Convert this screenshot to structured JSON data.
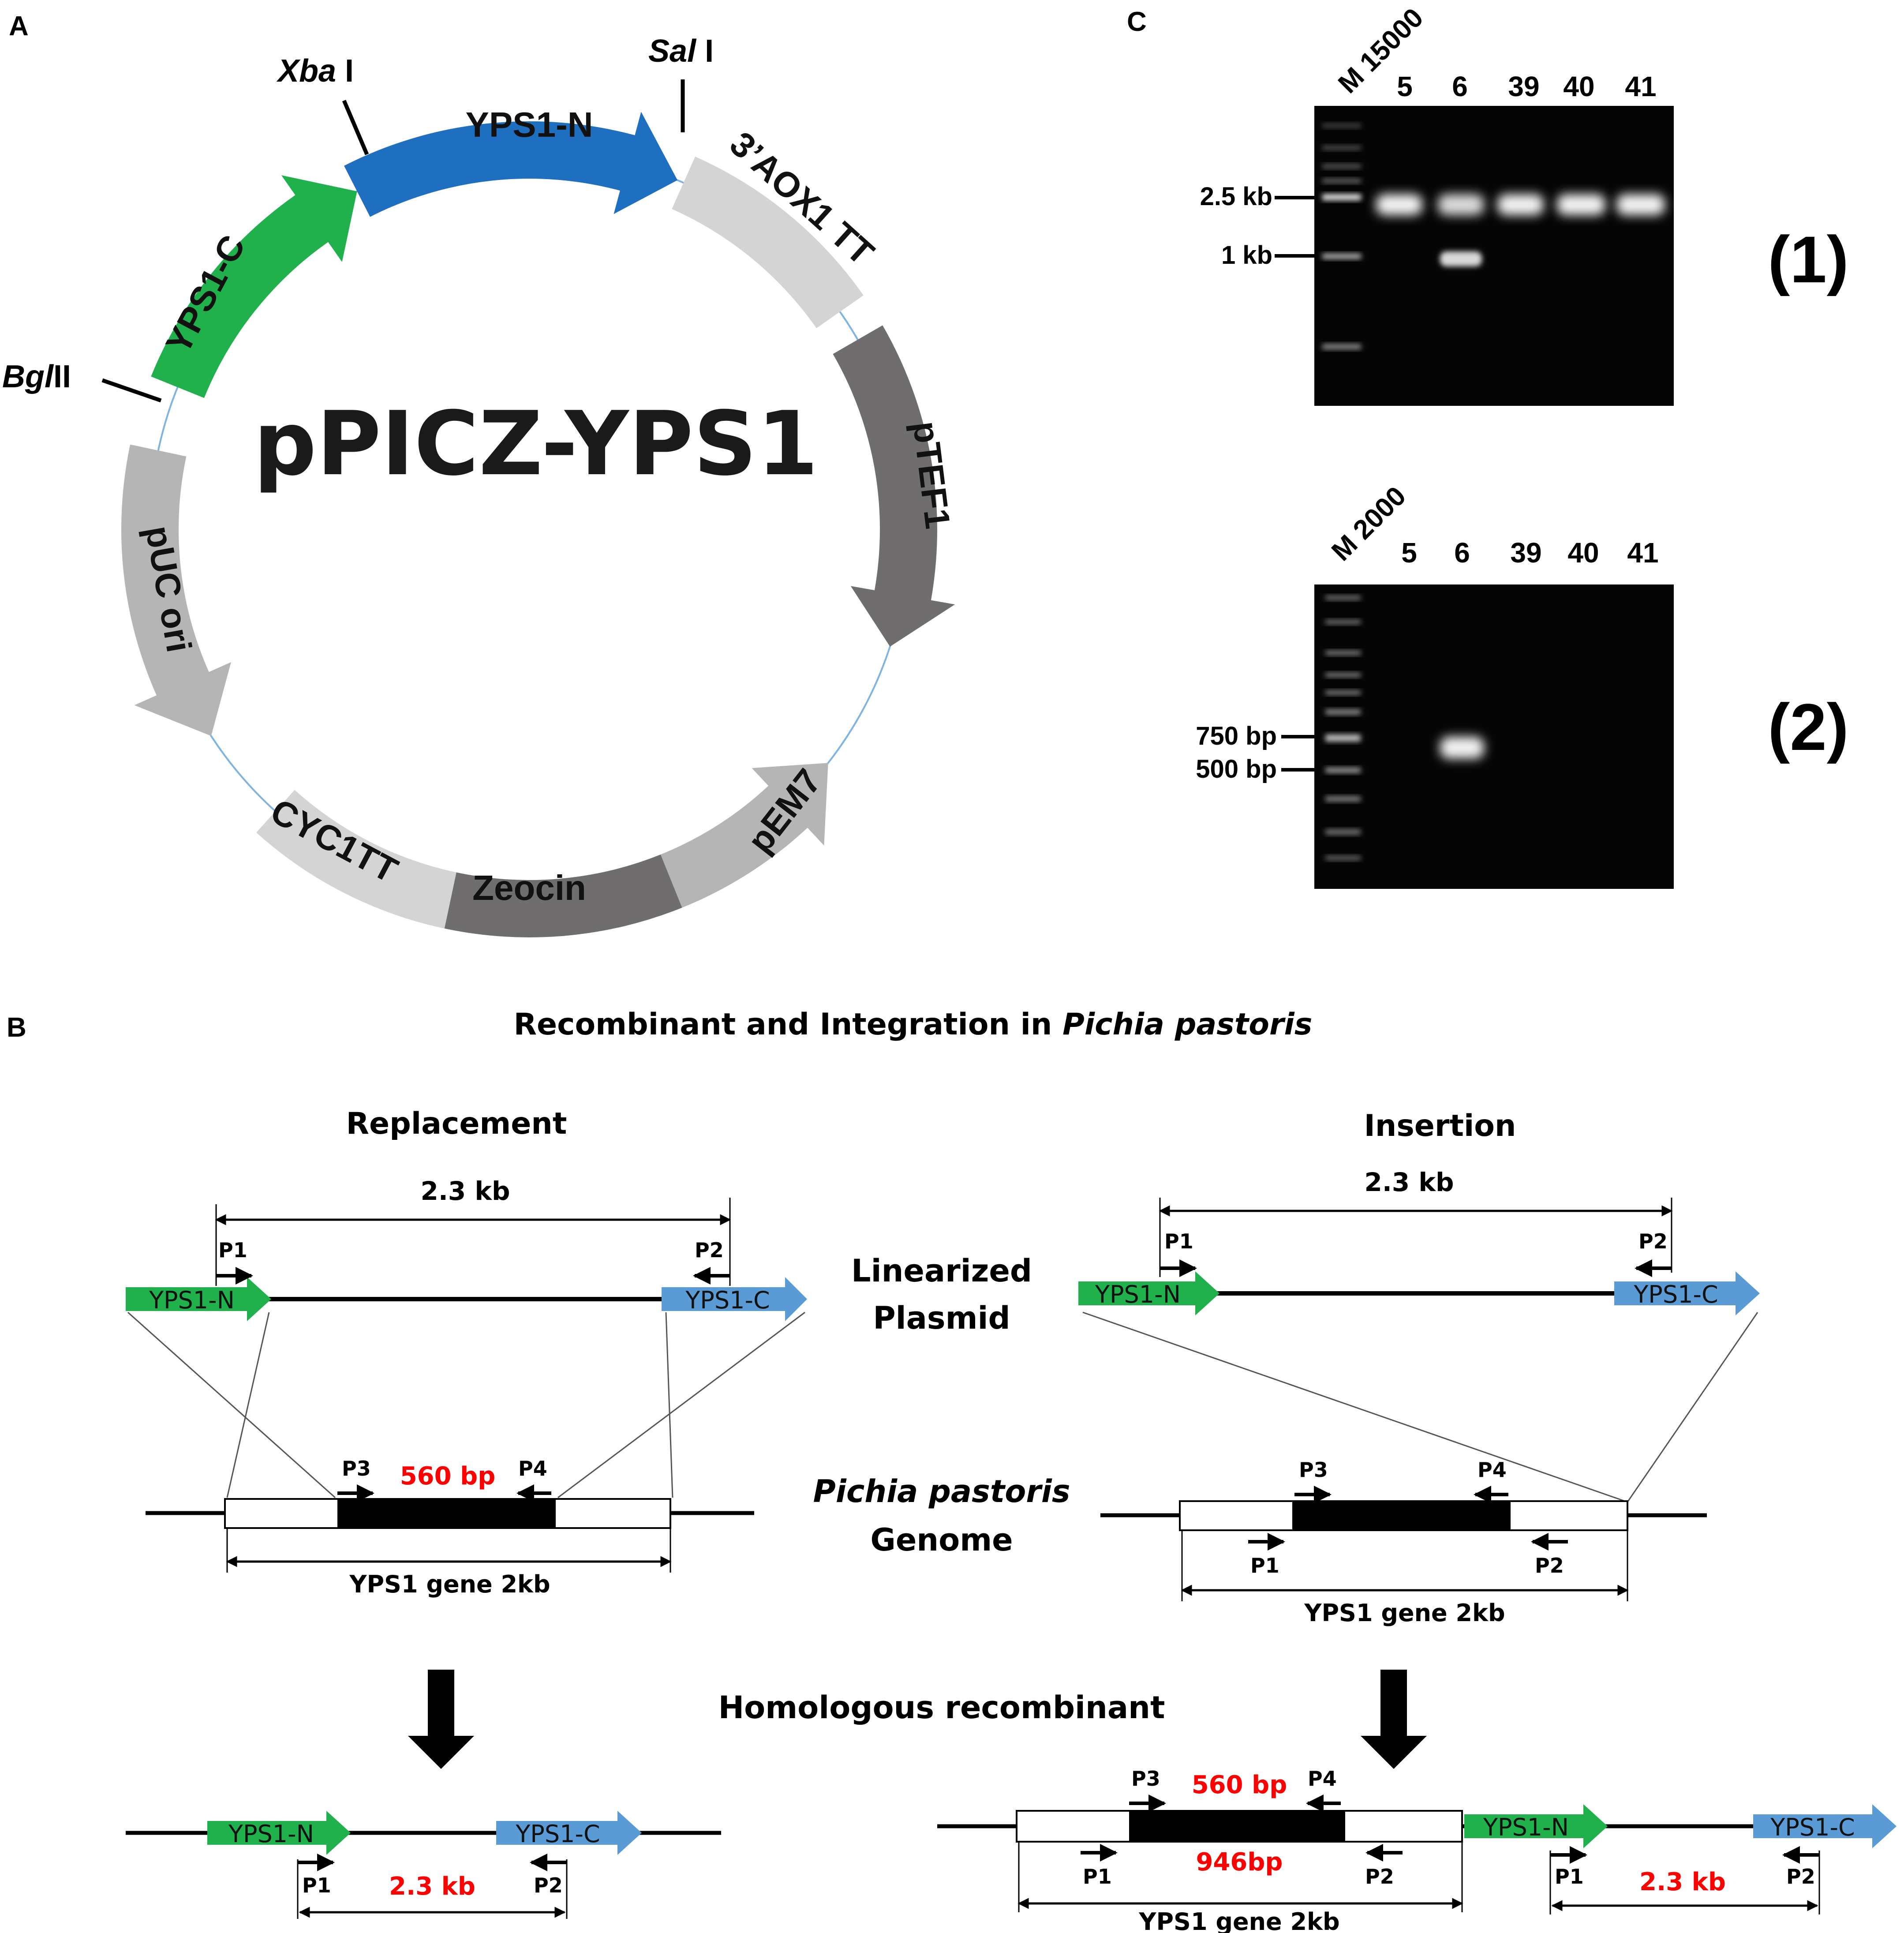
{
  "panels": {
    "A": "A",
    "B": "B",
    "C": "C"
  },
  "plasmid": {
    "name": "pPICZ-YPS1",
    "features": {
      "yps1n": "YPS1-N",
      "aox1": "3’AOX1 TT",
      "ptef1": "pTEF1",
      "pem7": "pEM7",
      "zeocin": "Zeocin",
      "cyc1tt": "CYC1TT",
      "puc_ori": "pUC ori",
      "yps1c": "YPS1-C"
    },
    "sites": {
      "xba_italic": "Xba",
      "xba_roman": " I",
      "sal_italic": "Sal",
      "sal_roman": " I",
      "bgl_italic": "Bgl",
      "bgl_roman": "II"
    }
  },
  "gels": {
    "gel1": {
      "marker_label": "M 15000",
      "lanes": [
        "5",
        "6",
        "39",
        "40",
        "41"
      ],
      "size_labels": [
        "2.5 kb",
        "1 kb"
      ],
      "panel_label": "(1)"
    },
    "gel2": {
      "marker_label": "M 2000",
      "lanes": [
        "5",
        "6",
        "39",
        "40",
        "41"
      ],
      "size_labels": [
        "750 bp",
        "500 bp"
      ],
      "panel_label": "(2)"
    }
  },
  "schematic": {
    "title_roman": "Recombinant and Integration in ",
    "title_italic": "Pichia pastoris",
    "replacement_title": "Replacement",
    "insertion_title": "Insertion",
    "linearized_line1": "Linearized",
    "linearized_line2": "Plasmid",
    "genome_line1": "Pichia pastoris",
    "genome_line2": "Genome",
    "homologous": "Homologous recombinant",
    "span_23kb": "2.3 kb",
    "size_560": "560 bp",
    "size_946": "946bp",
    "yps1_gene": "YPS1 gene  2kb",
    "yps1n": "YPS1-N",
    "yps1c": "YPS1-C",
    "primers": [
      "P1",
      "P2",
      "P3",
      "P4"
    ]
  },
  "colors": {
    "green": "#21b14c",
    "blue_dark": "#1f6fc0",
    "blue_light": "#5b9bd5",
    "gray_light": "#d4d4d4",
    "gray_mid": "#b5b5b5",
    "gray_dark": "#6f6d6d",
    "red": "#ff0000"
  }
}
